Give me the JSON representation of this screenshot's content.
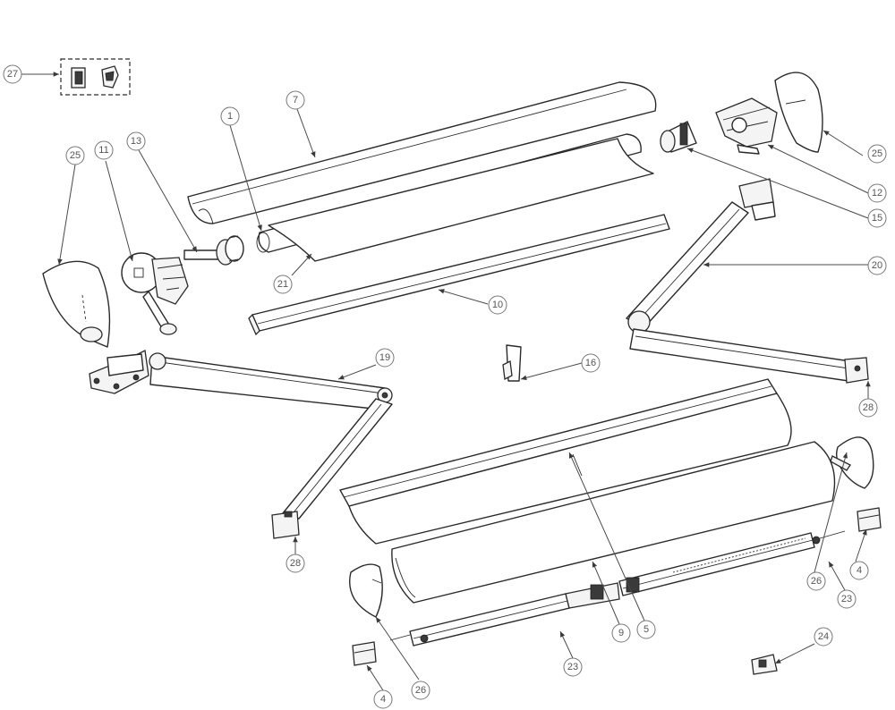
{
  "diagram": {
    "callouts": [
      "1",
      "4",
      "4",
      "5",
      "7",
      "9",
      "10",
      "11",
      "12",
      "13",
      "15",
      "16",
      "19",
      "20",
      "21",
      "23",
      "23",
      "24",
      "25",
      "25",
      "26",
      "26",
      "27",
      "28",
      "28"
    ]
  }
}
